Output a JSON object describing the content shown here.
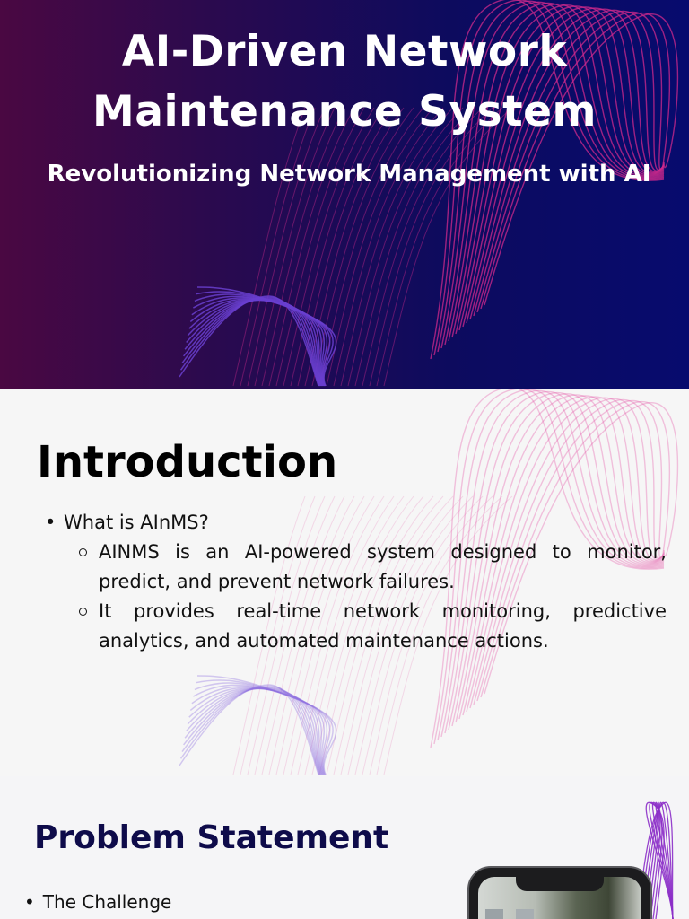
{
  "title_slide": {
    "title_line1": "AI-Driven Network",
    "title_line2": "Maintenance System",
    "subtitle": "Revolutionizing Network Management with AI"
  },
  "intro_slide": {
    "heading": "Introduction",
    "bullets": [
      {
        "text": "What is AInMS?",
        "sub": [
          "AINMS is an AI-powered system designed to monitor, predict, and prevent network failures.",
          "It provides real-time network monitoring, predictive analytics, and automated maintenance actions."
        ]
      }
    ]
  },
  "problem_slide": {
    "heading": "Problem Statement",
    "bullets": [
      "The Challenge"
    ]
  },
  "colors": {
    "title_bg_left": "#4a0842",
    "title_bg_right": "#070b6e",
    "wave_pink": "#d02a8c",
    "wave_violet": "#6a3fd0",
    "problem_heading": "#0e0b4a"
  },
  "decorations": [
    "wave-lines",
    "phone-image"
  ]
}
